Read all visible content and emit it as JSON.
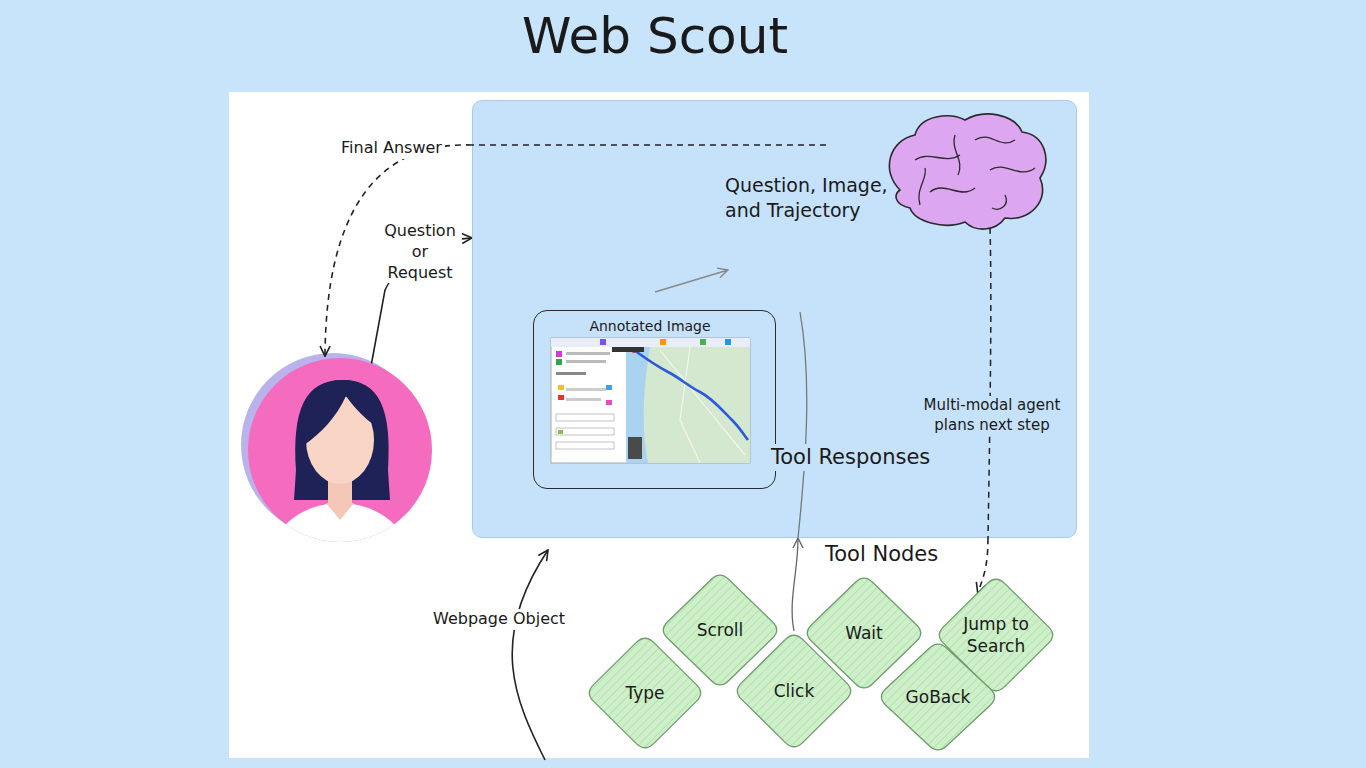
{
  "diagram": {
    "title": "Web Scout",
    "nodes": [
      {
        "text": [
          "Question, Image, and Trajectory"
        ]
      },
      {
        "text": [
          "Annotated Image"
        ],
        "in": 0
      },
      {
        "text": []
      },
      {
        "text": [
          "Scroll"
        ]
      },
      {
        "text": [
          "Wait"
        ]
      },
      {
        "text": [
          "Jump to Search"
        ]
      },
      {
        "text": [
          "Type"
        ]
      },
      {
        "text": [
          "Click"
        ]
      },
      {
        "text": [
          "GoBack"
        ]
      }
    ],
    "edges": [
      {
        "from": 2,
        "to": 0,
        "label": "Question or Request",
        "arrow": "to"
      },
      {
        "from": 0,
        "to": 2,
        "label": "Final Answer",
        "arrow": "to"
      },
      {
        "from": 0,
        "to": 5,
        "label": "Multi-modal agent plans next step",
        "arrow": "to"
      },
      {
        "from": 7,
        "to": 0,
        "label": "Tool Responses",
        "arrow": "to"
      }
    ],
    "labels": [
      "Tool Nodes",
      "Webpage Object"
    ]
  }
}
